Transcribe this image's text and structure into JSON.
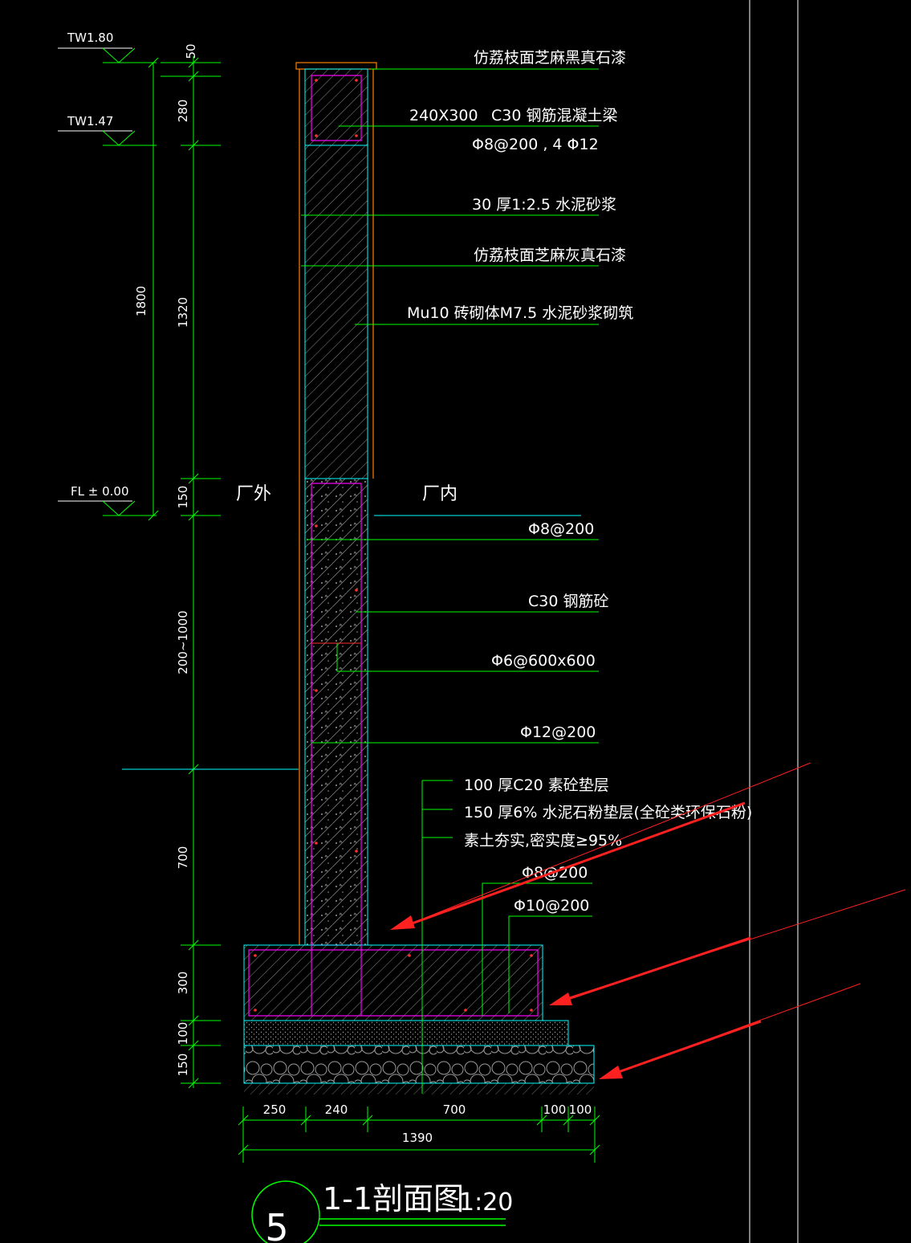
{
  "levels": {
    "tw180": "TW1.80",
    "tw147": "TW1.47",
    "fl": "FL ± 0.00"
  },
  "dims_vertical": {
    "d50": "50",
    "d280": "280",
    "d1320": "1320",
    "d1800": "1800",
    "d150_top": "150",
    "d200_1000": "200~1000",
    "d700": "700",
    "d300": "300",
    "d100": "100",
    "d150_bot": "150"
  },
  "dims_horizontal": {
    "d250": "250",
    "d240": "240",
    "d700": "700",
    "d100a": "100",
    "d100b": "100",
    "total": "1390"
  },
  "side_labels": {
    "outside": "厂外",
    "inside": "厂内"
  },
  "notes": {
    "n1": "仿荔枝面芝麻黑真石漆",
    "n2a": "240X300",
    "n2b": "C30  钢筋混凝土梁",
    "n3": "Φ8@200   , 4 Φ12",
    "n4": "30 厚1:2.5  水泥砂浆",
    "n5": "仿荔枝面芝麻灰真石漆",
    "n6": "Mu10  砖砌体M7.5  水泥砂浆砌筑",
    "n7": "Φ8@200",
    "n8": "C30  钢筋砼",
    "n9": "Φ6@600x600",
    "n10": "Φ12@200",
    "n11": "100  厚C20  素砼垫层",
    "n12": "150  厚6% 水泥石粉垫层(全砼类环保石粉)",
    "n13": "素土夯实,密实度≥95%",
    "n14": "Φ8@200",
    "n15": "Φ10@200"
  },
  "title": {
    "number": "5",
    "name": "1-1剖面图",
    "scale": "1:20"
  },
  "colors": {
    "dimension": "#00ff00",
    "wall_outline": "#00ffff",
    "rebar": "#ff00ff",
    "finish": "#ff8000",
    "hatch": "#a0a0a0",
    "arrow": "#ff2020"
  }
}
